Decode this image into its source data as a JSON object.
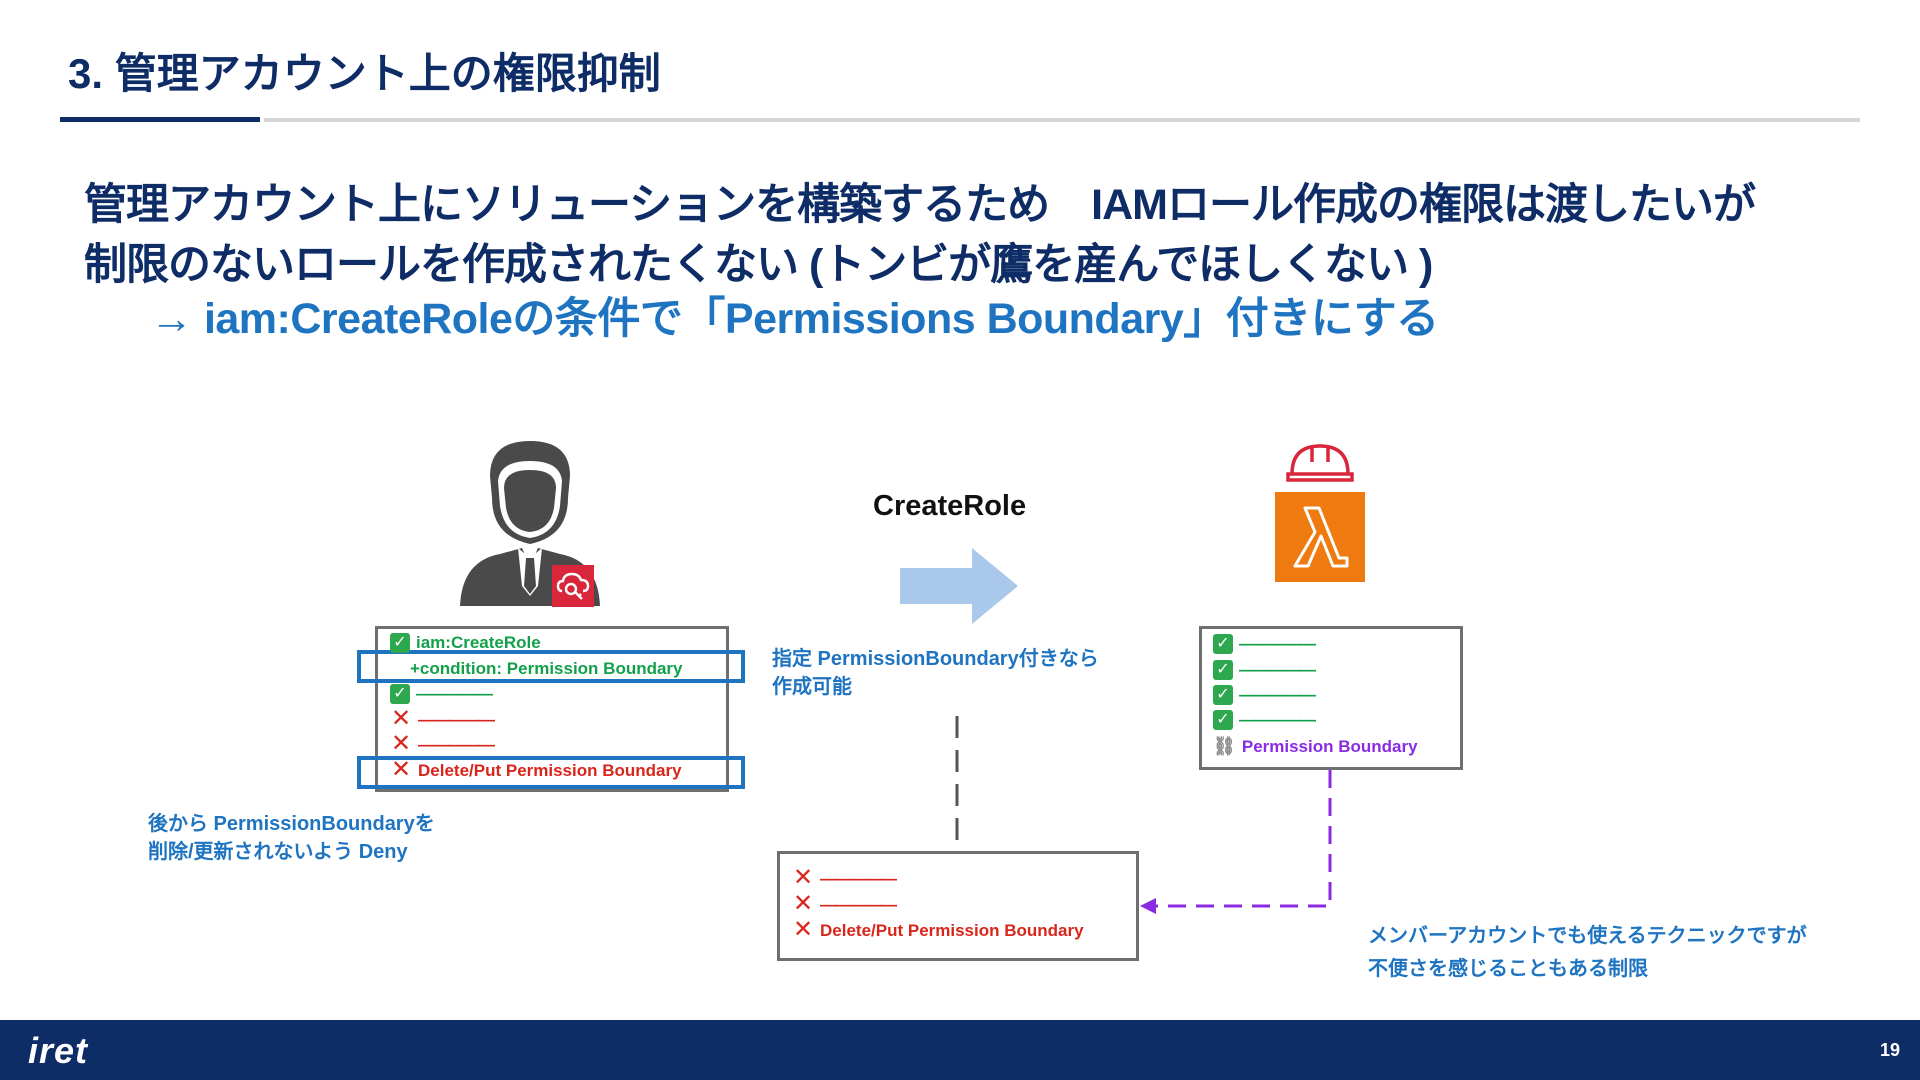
{
  "slide": {
    "title": "3.  管理アカウント上の権限抑制",
    "heading_line1": "管理アカウント上にソリューションを構築するため　IAMロール作成の権限は渡したいが",
    "heading_line2": "制限のないロールを作成されたくない  (トンビが鷹を産んでほしくない  )",
    "subheading": "→ iam:CreateRoleの条件で「Permissions Boundary」付きにする",
    "page_number": "19",
    "logo": "iret"
  },
  "diagram": {
    "arrow_label": "CreateRole",
    "left_policy": [
      {
        "mark": "check",
        "text": "iam:CreateRole",
        "color": "green"
      },
      {
        "mark": "none",
        "text": "+condition: Permission Boundary",
        "color": "green"
      },
      {
        "mark": "check",
        "text": "―――――",
        "color": "green"
      },
      {
        "mark": "cross",
        "text": "―――――",
        "color": "red"
      },
      {
        "mark": "cross",
        "text": "―――――",
        "color": "red"
      },
      {
        "mark": "cross",
        "text": "Delete/Put Permission Boundary",
        "color": "red"
      }
    ],
    "right_policy": [
      {
        "mark": "check",
        "text": "―――――",
        "color": "green"
      },
      {
        "mark": "check",
        "text": "―――――",
        "color": "green"
      },
      {
        "mark": "check",
        "text": "―――――",
        "color": "green"
      },
      {
        "mark": "check",
        "text": "―――――",
        "color": "green"
      },
      {
        "mark": "link",
        "text": "Permission Boundary",
        "color": "purple"
      }
    ],
    "bottom_policy": [
      {
        "mark": "cross",
        "text": "―――――",
        "color": "red"
      },
      {
        "mark": "cross",
        "text": "―――――",
        "color": "red"
      },
      {
        "mark": "cross",
        "text": "Delete/Put Permission Boundary",
        "color": "red"
      }
    ],
    "note_center_line1": "指定 PermissionBoundary付きなら",
    "note_center_line2": "作成可能",
    "note_left_line1": "後から PermissionBoundaryを",
    "note_left_line2": "削除/更新されないよう  Deny",
    "note_right_line1": "メンバーアカウントでも使えるテクニックですが",
    "note_right_line2": "不便さを感じることもある制限"
  },
  "colors": {
    "navy": "#0e2c66",
    "blue": "#1f74c2",
    "green": "#12a14a",
    "red": "#d9261c",
    "purple": "#8a2be2",
    "lambda_orange": "#ef7b10"
  },
  "icons": [
    "user-icon",
    "iam-badge-icon",
    "arrow-right-icon",
    "helmet-icon",
    "lambda-icon",
    "check-icon",
    "cross-icon",
    "link-icon"
  ]
}
